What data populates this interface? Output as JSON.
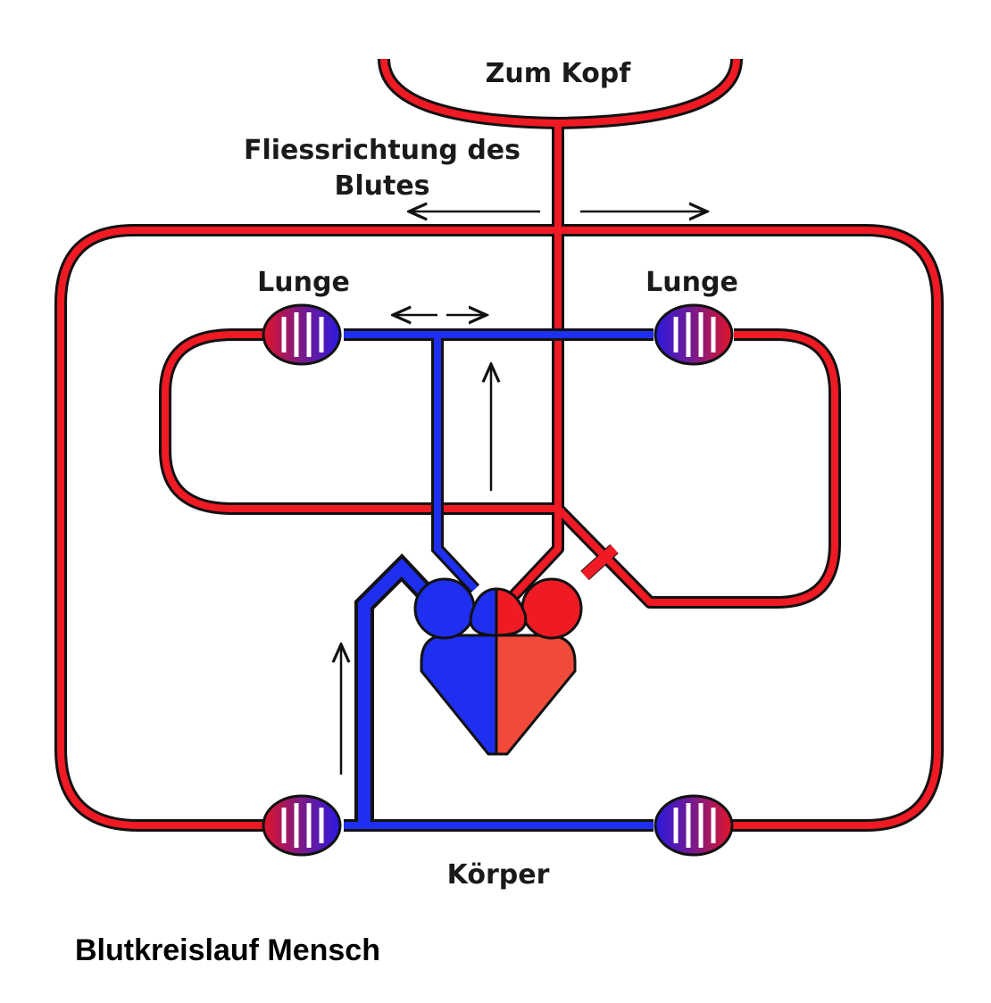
{
  "labels": {
    "head": "Zum Kopf",
    "flow_line1": "Fliessrichtung des",
    "flow_line2": "Blutes",
    "lung_left": "Lunge",
    "lung_right": "Lunge",
    "body": "Körper"
  },
  "caption": "Blutkreislauf Mensch",
  "colors": {
    "oxygenated": "#f01a24",
    "deoxygenated": "#1f2ff0",
    "heart_right_chamber": "#f24a3a",
    "capillary": "#7a1a8a",
    "outline": "#111111"
  }
}
